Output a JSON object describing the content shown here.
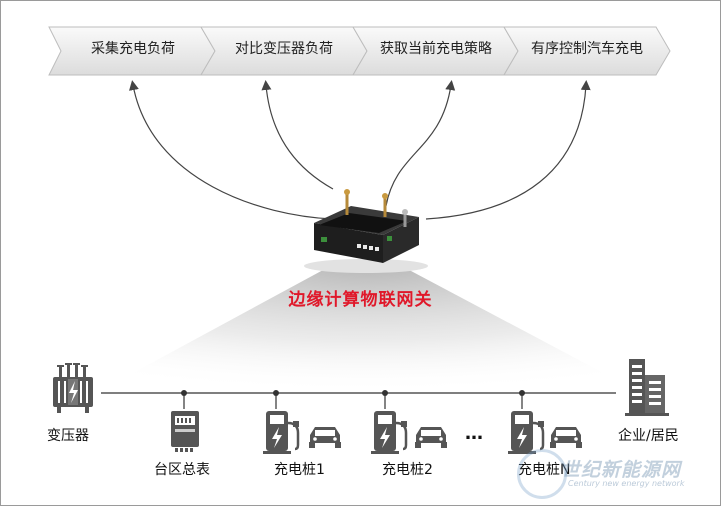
{
  "process_steps": [
    {
      "label": "采集充电负荷"
    },
    {
      "label": "对比变压器负荷"
    },
    {
      "label": "获取当前充电策略"
    },
    {
      "label": "有序控制汽车充电"
    }
  ],
  "gateway": {
    "title": "边缘计算物联网关"
  },
  "bus": {
    "transformer": "变压器",
    "meter": "台区总表",
    "chargers": [
      "充电桩1",
      "充电桩2",
      "充电桩N"
    ],
    "ellipsis": "…",
    "enterprise": "企业/居民"
  },
  "watermark": {
    "main": "世纪新能源网",
    "sub": "Century new energy network"
  },
  "colors": {
    "accent": "#e0182a",
    "chevron": "#e9e9e9",
    "icon": "#555555",
    "line": "#333333"
  }
}
